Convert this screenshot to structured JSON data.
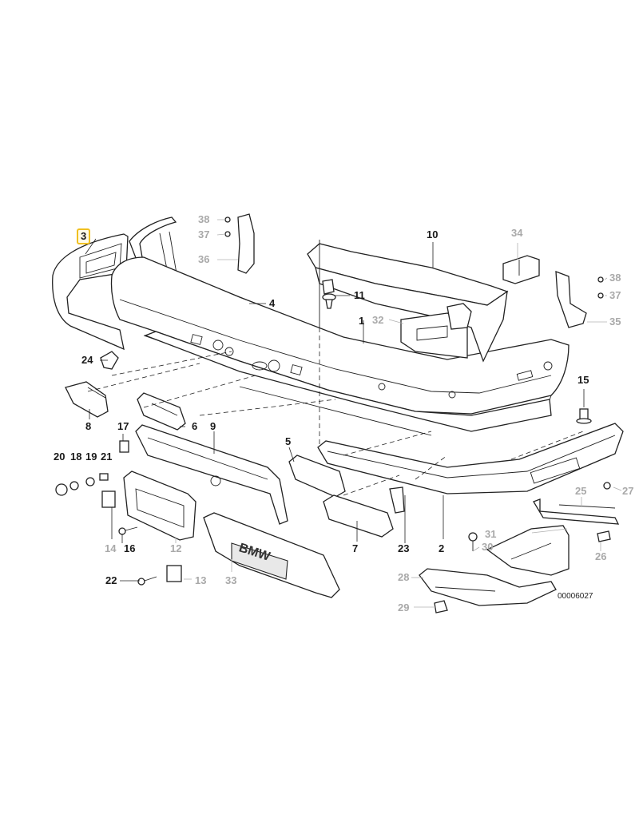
{
  "diagram": {
    "code": "00006027",
    "emblem": "BMW",
    "selected_callout": "3",
    "callouts_dark": [
      "1",
      "2",
      "3",
      "4",
      "5",
      "6",
      "7",
      "8",
      "9",
      "10",
      "11",
      "15",
      "16",
      "17",
      "18",
      "19",
      "20",
      "21",
      "22",
      "23",
      "24"
    ],
    "callouts_gray": [
      "12",
      "13",
      "14",
      "25",
      "26",
      "27",
      "28",
      "29",
      "30",
      "31",
      "32",
      "33",
      "34",
      "35",
      "36",
      "37",
      "38"
    ]
  },
  "callouts": {
    "c1": "1",
    "c2": "2",
    "c3": "3",
    "c4": "4",
    "c5": "5",
    "c6": "6",
    "c7": "7",
    "c8": "8",
    "c9": "9",
    "c10": "10",
    "c11": "11",
    "c12": "12",
    "c13": "13",
    "c14": "14",
    "c15": "15",
    "c16": "16",
    "c17": "17",
    "c18": "18",
    "c19": "19",
    "c20": "20",
    "c21": "21",
    "c22": "22",
    "c23": "23",
    "c24": "24",
    "c25": "25",
    "c26": "26",
    "c27": "27",
    "c28": "28",
    "c29": "29",
    "c30": "30",
    "c31": "31",
    "c32": "32",
    "c33": "33",
    "c34": "34",
    "c35": "35",
    "c36": "36",
    "c37": "37",
    "c38": "38"
  }
}
